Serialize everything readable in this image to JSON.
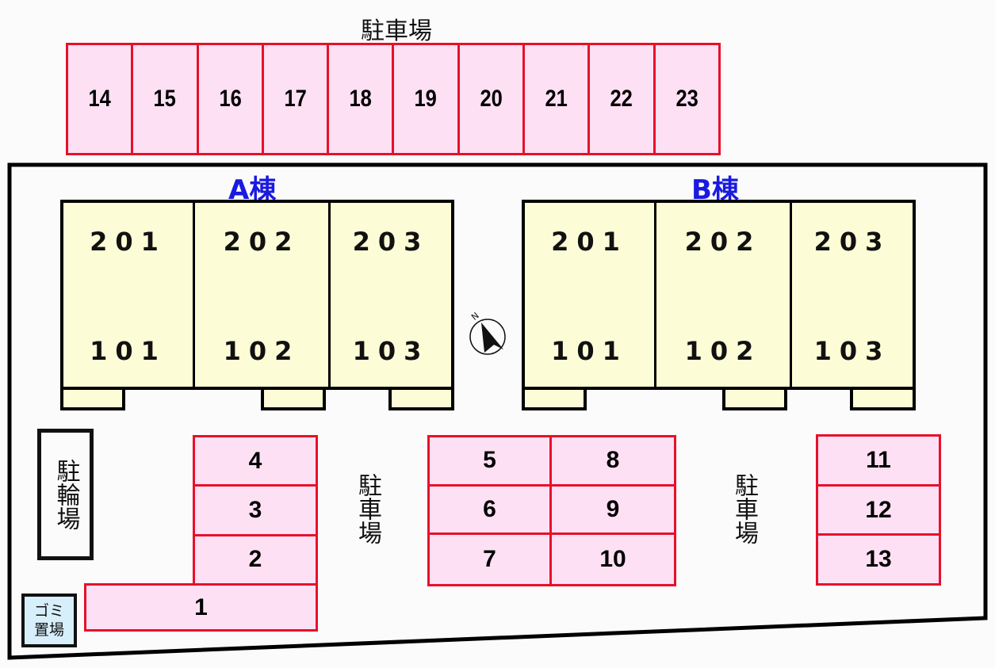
{
  "top_parking": {
    "label": "駐車場",
    "spaces": [
      "14",
      "15",
      "16",
      "17",
      "18",
      "19",
      "20",
      "21",
      "22",
      "23"
    ]
  },
  "buildings": {
    "a": {
      "label": "A棟",
      "upper": [
        "201",
        "202",
        "203"
      ],
      "lower": [
        "101",
        "102",
        "103"
      ]
    },
    "b": {
      "label": "B棟",
      "upper": [
        "201",
        "202",
        "203"
      ],
      "lower": [
        "101",
        "102",
        "103"
      ]
    }
  },
  "compass": {
    "label": "N",
    "icon": "compass-north-icon"
  },
  "bicycle_parking": {
    "label": "駐輪場"
  },
  "garbage_area": {
    "line1": "ゴミ",
    "line2": "置場"
  },
  "parking_labels": {
    "middle_left": "駐車場",
    "middle_right": "駐車場"
  },
  "lots": {
    "left": [
      "4",
      "3",
      "2",
      "1"
    ],
    "center_left": [
      "5",
      "6",
      "7"
    ],
    "center_right": [
      "8",
      "9",
      "10"
    ],
    "right": [
      "11",
      "12",
      "13"
    ]
  },
  "colors": {
    "lot_fill": "#fde0f4",
    "lot_border": "#e8102a",
    "building_fill": "#fcfdd6",
    "label_blue": "#1a1ae0",
    "garbage_fill": "#d7eefb"
  }
}
